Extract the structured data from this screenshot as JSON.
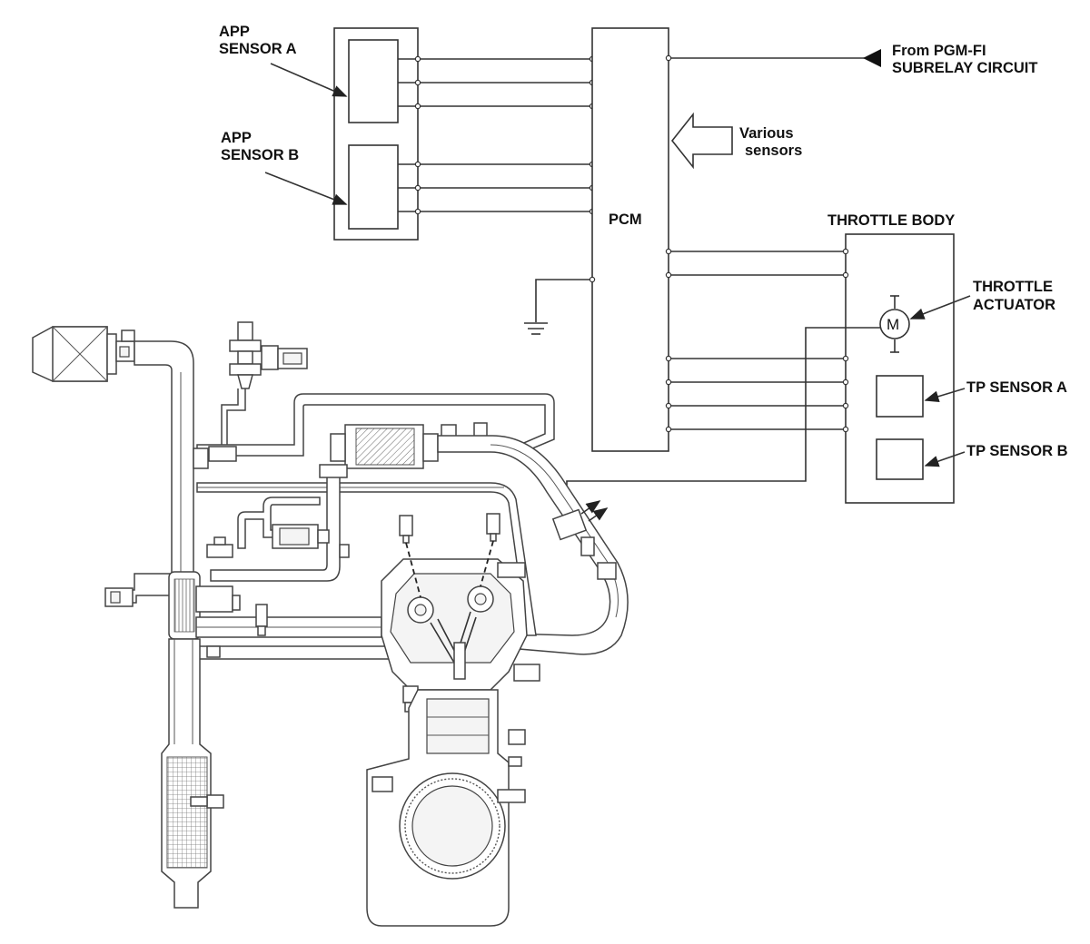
{
  "labels": {
    "app_sensor_a": [
      "APP",
      "SENSOR A"
    ],
    "app_sensor_b": [
      "APP",
      "SENSOR B"
    ],
    "pcm": "PCM",
    "from_pgm_fi": [
      "From PGM-FI",
      "SUBRELAY CIRCUIT"
    ],
    "various_sensors": [
      "Various",
      "sensors"
    ],
    "throttle_body": "THROTTLE BODY",
    "throttle_actuator": [
      "THROTTLE",
      "ACTUATOR"
    ],
    "motor_symbol": "M",
    "tp_sensor_a": "TP SENSOR A",
    "tp_sensor_b": "TP SENSOR B"
  }
}
